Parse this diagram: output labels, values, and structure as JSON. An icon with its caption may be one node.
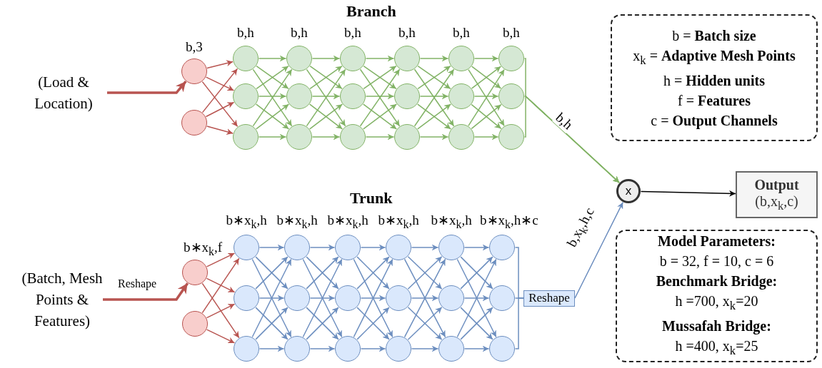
{
  "diagram": {
    "nodes": [
      {
        "text": [
          "(Load & Location)"
        ]
      },
      {
        "text": [],
        "shape": "circle"
      },
      {
        "text": [],
        "shape": "circle"
      },
      {
        "text": [],
        "shape": "circle"
      },
      {
        "text": [],
        "shape": "circle"
      },
      {
        "text": [],
        "shape": "circle"
      },
      {
        "text": [],
        "shape": "circle"
      },
      {
        "text": [],
        "shape": "circle"
      },
      {
        "text": [],
        "shape": "circle"
      },
      {
        "text": [],
        "shape": "circle"
      },
      {
        "text": [],
        "shape": "circle"
      },
      {
        "text": [],
        "shape": "circle"
      },
      {
        "text": [],
        "shape": "circle"
      },
      {
        "text": [],
        "shape": "circle"
      },
      {
        "text": [],
        "shape": "circle"
      },
      {
        "text": [],
        "shape": "circle"
      },
      {
        "text": [],
        "shape": "circle"
      },
      {
        "text": [],
        "shape": "circle"
      },
      {
        "text": [],
        "shape": "circle"
      },
      {
        "text": [],
        "shape": "circle"
      },
      {
        "text": [],
        "shape": "circle"
      },
      {
        "text": [
          "(Batch, Mesh Points & Features)"
        ]
      },
      {
        "text": [],
        "shape": "circle"
      },
      {
        "text": [],
        "shape": "circle"
      },
      {
        "text": [],
        "shape": "circle"
      },
      {
        "text": [],
        "shape": "circle"
      },
      {
        "text": [],
        "shape": "circle"
      },
      {
        "text": [],
        "shape": "circle"
      },
      {
        "text": [],
        "shape": "circle"
      },
      {
        "text": [],
        "shape": "circle"
      },
      {
        "text": [],
        "shape": "circle"
      },
      {
        "text": [],
        "shape": "circle"
      },
      {
        "text": [],
        "shape": "circle"
      },
      {
        "text": [],
        "shape": "circle"
      },
      {
        "text": [],
        "shape": "circle"
      },
      {
        "text": [],
        "shape": "circle"
      },
      {
        "text": [],
        "shape": "circle"
      },
      {
        "text": [],
        "shape": "circle"
      },
      {
        "text": [],
        "shape": "circle"
      },
      {
        "text": [],
        "shape": "circle"
      },
      {
        "text": [],
        "shape": "circle"
      },
      {
        "text": [],
        "shape": "circle"
      },
      {
        "text": [
          "Reshape"
        ]
      },
      {
        "text": [
          "x"
        ]
      },
      {
        "text": [
          "Output",
          "(b,x$_{k}$,c)"
        ]
      },
      {
        "text": [
          "b = **Batch size**",
          "x$_{k}$ = **Adaptive Mesh Points**",
          "h = **Hidden units**",
          "f = **Features**",
          "c = **Output Channels**"
        ]
      },
      {
        "text": [
          "Model Parameters:",
          "b = 32, f = 10, c = 6",
          "Benchmark Bridge:",
          "h =700, x$_{k}$=20",
          "Mussafah Bridge:",
          "h =400, x$_{k}$=25"
        ]
      }
    ],
    "edges": [
      {
        "from": 0,
        "to": 1,
        "arrow": "to",
        "style": "thick",
        "color": "#b85450"
      },
      {
        "from": 1,
        "to": 3,
        "arrow": "to",
        "color": "#b85450"
      },
      {
        "from": 1,
        "to": 4,
        "arrow": "to",
        "color": "#b85450"
      },
      {
        "from": 1,
        "to": 5,
        "arrow": "to",
        "color": "#b85450"
      },
      {
        "from": 2,
        "to": 3,
        "arrow": "to",
        "color": "#b85450"
      },
      {
        "from": 2,
        "to": 4,
        "arrow": "to",
        "color": "#b85450"
      },
      {
        "from": 2,
        "to": 5,
        "arrow": "to",
        "color": "#b85450"
      },
      {
        "from": 3,
        "to": 6,
        "arrow": "to",
        "color": "#82b366"
      },
      {
        "from": 3,
        "to": 7,
        "arrow": "to",
        "color": "#82b366"
      },
      {
        "from": 3,
        "to": 8,
        "arrow": "to",
        "color": "#82b366"
      },
      {
        "from": 4,
        "to": 6,
        "arrow": "to",
        "color": "#82b366"
      },
      {
        "from": 4,
        "to": 7,
        "arrow": "to",
        "color": "#82b366"
      },
      {
        "from": 4,
        "to": 8,
        "arrow": "to",
        "color": "#82b366"
      },
      {
        "from": 5,
        "to": 6,
        "arrow": "to",
        "color": "#82b366"
      },
      {
        "from": 5,
        "to": 7,
        "arrow": "to",
        "color": "#82b366"
      },
      {
        "from": 5,
        "to": 8,
        "arrow": "to",
        "color": "#82b366"
      },
      {
        "from": 6,
        "to": 9,
        "arrow": "to",
        "color": "#82b366"
      },
      {
        "from": 6,
        "to": 10,
        "arrow": "to",
        "color": "#82b366"
      },
      {
        "from": 6,
        "to": 11,
        "arrow": "to",
        "color": "#82b366"
      },
      {
        "from": 7,
        "to": 9,
        "arrow": "to",
        "color": "#82b366"
      },
      {
        "from": 7,
        "to": 10,
        "arrow": "to",
        "color": "#82b366"
      },
      {
        "from": 7,
        "to": 11,
        "arrow": "to",
        "color": "#82b366"
      },
      {
        "from": 8,
        "to": 9,
        "arrow": "to",
        "color": "#82b366"
      },
      {
        "from": 8,
        "to": 10,
        "arrow": "to",
        "color": "#82b366"
      },
      {
        "from": 8,
        "to": 11,
        "arrow": "to",
        "color": "#82b366"
      },
      {
        "from": 9,
        "to": 12,
        "arrow": "to",
        "color": "#82b366"
      },
      {
        "from": 9,
        "to": 13,
        "arrow": "to",
        "color": "#82b366"
      },
      {
        "from": 9,
        "to": 14,
        "arrow": "to",
        "color": "#82b366"
      },
      {
        "from": 10,
        "to": 12,
        "arrow": "to",
        "color": "#82b366"
      },
      {
        "from": 10,
        "to": 13,
        "arrow": "to",
        "color": "#82b366"
      },
      {
        "from": 10,
        "to": 14,
        "arrow": "to",
        "color": "#82b366"
      },
      {
        "from": 11,
        "to": 12,
        "arrow": "to",
        "color": "#82b366"
      },
      {
        "from": 11,
        "to": 13,
        "arrow": "to",
        "color": "#82b366"
      },
      {
        "from": 11,
        "to": 14,
        "arrow": "to",
        "color": "#82b366"
      },
      {
        "from": 12,
        "to": 15,
        "arrow": "to",
        "color": "#82b366"
      },
      {
        "from": 12,
        "to": 16,
        "arrow": "to",
        "color": "#82b366"
      },
      {
        "from": 12,
        "to": 17,
        "arrow": "to",
        "color": "#82b366"
      },
      {
        "from": 13,
        "to": 15,
        "arrow": "to",
        "color": "#82b366"
      },
      {
        "from": 13,
        "to": 16,
        "arrow": "to",
        "color": "#82b366"
      },
      {
        "from": 13,
        "to": 17,
        "arrow": "to",
        "color": "#82b366"
      },
      {
        "from": 14,
        "to": 15,
        "arrow": "to",
        "color": "#82b366"
      },
      {
        "from": 14,
        "to": 16,
        "arrow": "to",
        "color": "#82b366"
      },
      {
        "from": 14,
        "to": 17,
        "arrow": "to",
        "color": "#82b366"
      },
      {
        "from": 15,
        "to": 18,
        "arrow": "to",
        "color": "#82b366"
      },
      {
        "from": 15,
        "to": 19,
        "arrow": "to",
        "color": "#82b366"
      },
      {
        "from": 15,
        "to": 20,
        "arrow": "to",
        "color": "#82b366"
      },
      {
        "from": 16,
        "to": 18,
        "arrow": "to",
        "color": "#82b366"
      },
      {
        "from": 16,
        "to": 19,
        "arrow": "to",
        "color": "#82b366"
      },
      {
        "from": 16,
        "to": 20,
        "arrow": "to",
        "color": "#82b366"
      },
      {
        "from": 17,
        "to": 18,
        "arrow": "to",
        "color": "#82b366"
      },
      {
        "from": 17,
        "to": 19,
        "arrow": "to",
        "color": "#82b366"
      },
      {
        "from": 17,
        "to": 20,
        "arrow": "to",
        "color": "#82b366"
      },
      {
        "from": 18,
        "to": 43,
        "arrow": "to",
        "color": "#82b366"
      },
      {
        "from": 19,
        "to": 43,
        "label": "b,h",
        "arrow": "to",
        "color": "#82b366"
      },
      {
        "from": 20,
        "to": 43,
        "arrow": "to",
        "color": "#82b366"
      },
      {
        "from": 21,
        "to": 22,
        "label": "Reshape",
        "arrow": "to",
        "style": "thick",
        "color": "#b85450"
      },
      {
        "from": 22,
        "to": 24,
        "arrow": "to",
        "color": "#b85450"
      },
      {
        "from": 22,
        "to": 25,
        "arrow": "to",
        "color": "#b85450"
      },
      {
        "from": 22,
        "to": 26,
        "arrow": "to",
        "color": "#b85450"
      },
      {
        "from": 23,
        "to": 24,
        "arrow": "to",
        "color": "#b85450"
      },
      {
        "from": 23,
        "to": 25,
        "arrow": "to",
        "color": "#b85450"
      },
      {
        "from": 23,
        "to": 26,
        "arrow": "to",
        "color": "#b85450"
      },
      {
        "from": 24,
        "to": 27,
        "arrow": "to",
        "color": "#6c8ebf"
      },
      {
        "from": 24,
        "to": 28,
        "arrow": "to",
        "color": "#6c8ebf"
      },
      {
        "from": 24,
        "to": 29,
        "arrow": "to",
        "color": "#6c8ebf"
      },
      {
        "from": 25,
        "to": 27,
        "arrow": "to",
        "color": "#6c8ebf"
      },
      {
        "from": 25,
        "to": 28,
        "arrow": "to",
        "color": "#6c8ebf"
      },
      {
        "from": 25,
        "to": 29,
        "arrow": "to",
        "color": "#6c8ebf"
      },
      {
        "from": 26,
        "to": 27,
        "arrow": "to",
        "color": "#6c8ebf"
      },
      {
        "from": 26,
        "to": 28,
        "arrow": "to",
        "color": "#6c8ebf"
      },
      {
        "from": 26,
        "to": 29,
        "arrow": "to",
        "color": "#6c8ebf"
      },
      {
        "from": 27,
        "to": 30,
        "arrow": "to",
        "color": "#6c8ebf"
      },
      {
        "from": 27,
        "to": 31,
        "arrow": "to",
        "color": "#6c8ebf"
      },
      {
        "from": 27,
        "to": 32,
        "arrow": "to",
        "color": "#6c8ebf"
      },
      {
        "from": 28,
        "to": 30,
        "arrow": "to",
        "color": "#6c8ebf"
      },
      {
        "from": 28,
        "to": 31,
        "arrow": "to",
        "color": "#6c8ebf"
      },
      {
        "from": 28,
        "to": 32,
        "arrow": "to",
        "color": "#6c8ebf"
      },
      {
        "from": 29,
        "to": 30,
        "arrow": "to",
        "color": "#6c8ebf"
      },
      {
        "from": 29,
        "to": 31,
        "arrow": "to",
        "color": "#6c8ebf"
      },
      {
        "from": 29,
        "to": 32,
        "arrow": "to",
        "color": "#6c8ebf"
      },
      {
        "from": 30,
        "to": 33,
        "arrow": "to",
        "color": "#6c8ebf"
      },
      {
        "from": 30,
        "to": 34,
        "arrow": "to",
        "color": "#6c8ebf"
      },
      {
        "from": 30,
        "to": 35,
        "arrow": "to",
        "color": "#6c8ebf"
      },
      {
        "from": 31,
        "to": 33,
        "arrow": "to",
        "color": "#6c8ebf"
      },
      {
        "from": 31,
        "to": 34,
        "arrow": "to",
        "color": "#6c8ebf"
      },
      {
        "from": 31,
        "to": 35,
        "arrow": "to",
        "color": "#6c8ebf"
      },
      {
        "from": 32,
        "to": 33,
        "arrow": "to",
        "color": "#6c8ebf"
      },
      {
        "from": 32,
        "to": 34,
        "arrow": "to",
        "color": "#6c8ebf"
      },
      {
        "from": 32,
        "to": 35,
        "arrow": "to",
        "color": "#6c8ebf"
      },
      {
        "from": 33,
        "to": 36,
        "arrow": "to",
        "color": "#6c8ebf"
      },
      {
        "from": 33,
        "to": 37,
        "arrow": "to",
        "color": "#6c8ebf"
      },
      {
        "from": 33,
        "to": 38,
        "arrow": "to",
        "color": "#6c8ebf"
      },
      {
        "from": 34,
        "to": 36,
        "arrow": "to",
        "color": "#6c8ebf"
      },
      {
        "from": 34,
        "to": 37,
        "arrow": "to",
        "color": "#6c8ebf"
      },
      {
        "from": 34,
        "to": 38,
        "arrow": "to",
        "color": "#6c8ebf"
      },
      {
        "from": 35,
        "to": 36,
        "arrow": "to",
        "color": "#6c8ebf"
      },
      {
        "from": 35,
        "to": 37,
        "arrow": "to",
        "color": "#6c8ebf"
      },
      {
        "from": 35,
        "to": 38,
        "arrow": "to",
        "color": "#6c8ebf"
      },
      {
        "from": 36,
        "to": 39,
        "arrow": "to",
        "color": "#6c8ebf"
      },
      {
        "from": 36,
        "to": 40,
        "arrow": "to",
        "color": "#6c8ebf"
      },
      {
        "from": 36,
        "to": 41,
        "arrow": "to",
        "color": "#6c8ebf"
      },
      {
        "from": 37,
        "to": 39,
        "arrow": "to",
        "color": "#6c8ebf"
      },
      {
        "from": 37,
        "to": 40,
        "arrow": "to",
        "color": "#6c8ebf"
      },
      {
        "from": 37,
        "to": 41,
        "arrow": "to",
        "color": "#6c8ebf"
      },
      {
        "from": 38,
        "to": 39,
        "arrow": "to",
        "color": "#6c8ebf"
      },
      {
        "from": 38,
        "to": 40,
        "arrow": "to",
        "color": "#6c8ebf"
      },
      {
        "from": 38,
        "to": 41,
        "arrow": "to",
        "color": "#6c8ebf"
      },
      {
        "from": 39,
        "to": 42,
        "arrow": "none",
        "color": "#6c8ebf"
      },
      {
        "from": 40,
        "to": 42,
        "arrow": "none",
        "color": "#6c8ebf"
      },
      {
        "from": 41,
        "to": 42,
        "arrow": "none",
        "color": "#6c8ebf"
      },
      {
        "from": 42,
        "to": 43,
        "label": "b,x$_{k}$,h,c",
        "arrow": "to",
        "color": "#6c8ebf"
      },
      {
        "from": 43,
        "to": 44,
        "arrow": "to",
        "color": "#000000"
      }
    ],
    "labels": [
      "Branch",
      "b,3",
      "b,h",
      "b,h",
      "b,h",
      "b,h",
      "b,h",
      "b,h",
      "Trunk",
      "b∗x$_{k}$,f",
      "b∗x$_{k}$,h",
      "b∗x$_{k}$,h",
      "b∗x$_{k}$,h",
      "b∗x$_{k}$,h",
      "b∗x$_{k}$,h",
      "b∗x$_{k}$,h∗c"
    ]
  }
}
